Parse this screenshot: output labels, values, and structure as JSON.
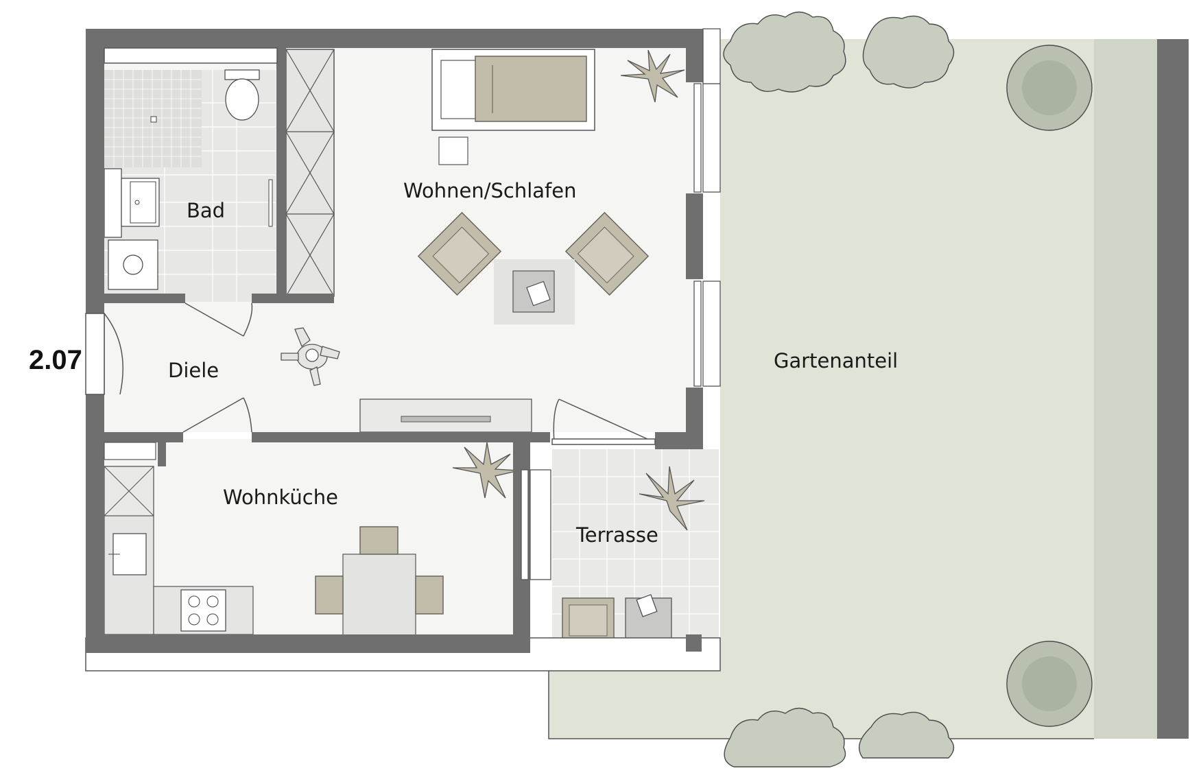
{
  "unit": {
    "number": "2.07"
  },
  "rooms": {
    "bad": "Bad",
    "wohnen_schlafen": "Wohnen/Schlafen",
    "diele": "Diele",
    "wohnkueche": "Wohnküche",
    "terrasse": "Terrasse",
    "gartenanteil": "Gartenanteil"
  },
  "colors": {
    "wall": "#6f6f70",
    "floor": "#f5f5f4",
    "garden": "#dfe4d7",
    "hedge": "#cfd5c7",
    "terrace": "#e9e9e8",
    "bathroom_tile": "#e7e7e6",
    "furniture_beige": "#c2bcaa"
  },
  "icons": [
    "toilet-icon",
    "sink-icon",
    "washing-machine-icon",
    "shower-icon",
    "stove-icon",
    "plant-icon",
    "tree-icon",
    "person-icon",
    "wardrobe-icon",
    "bed-icon",
    "armchair-icon"
  ]
}
